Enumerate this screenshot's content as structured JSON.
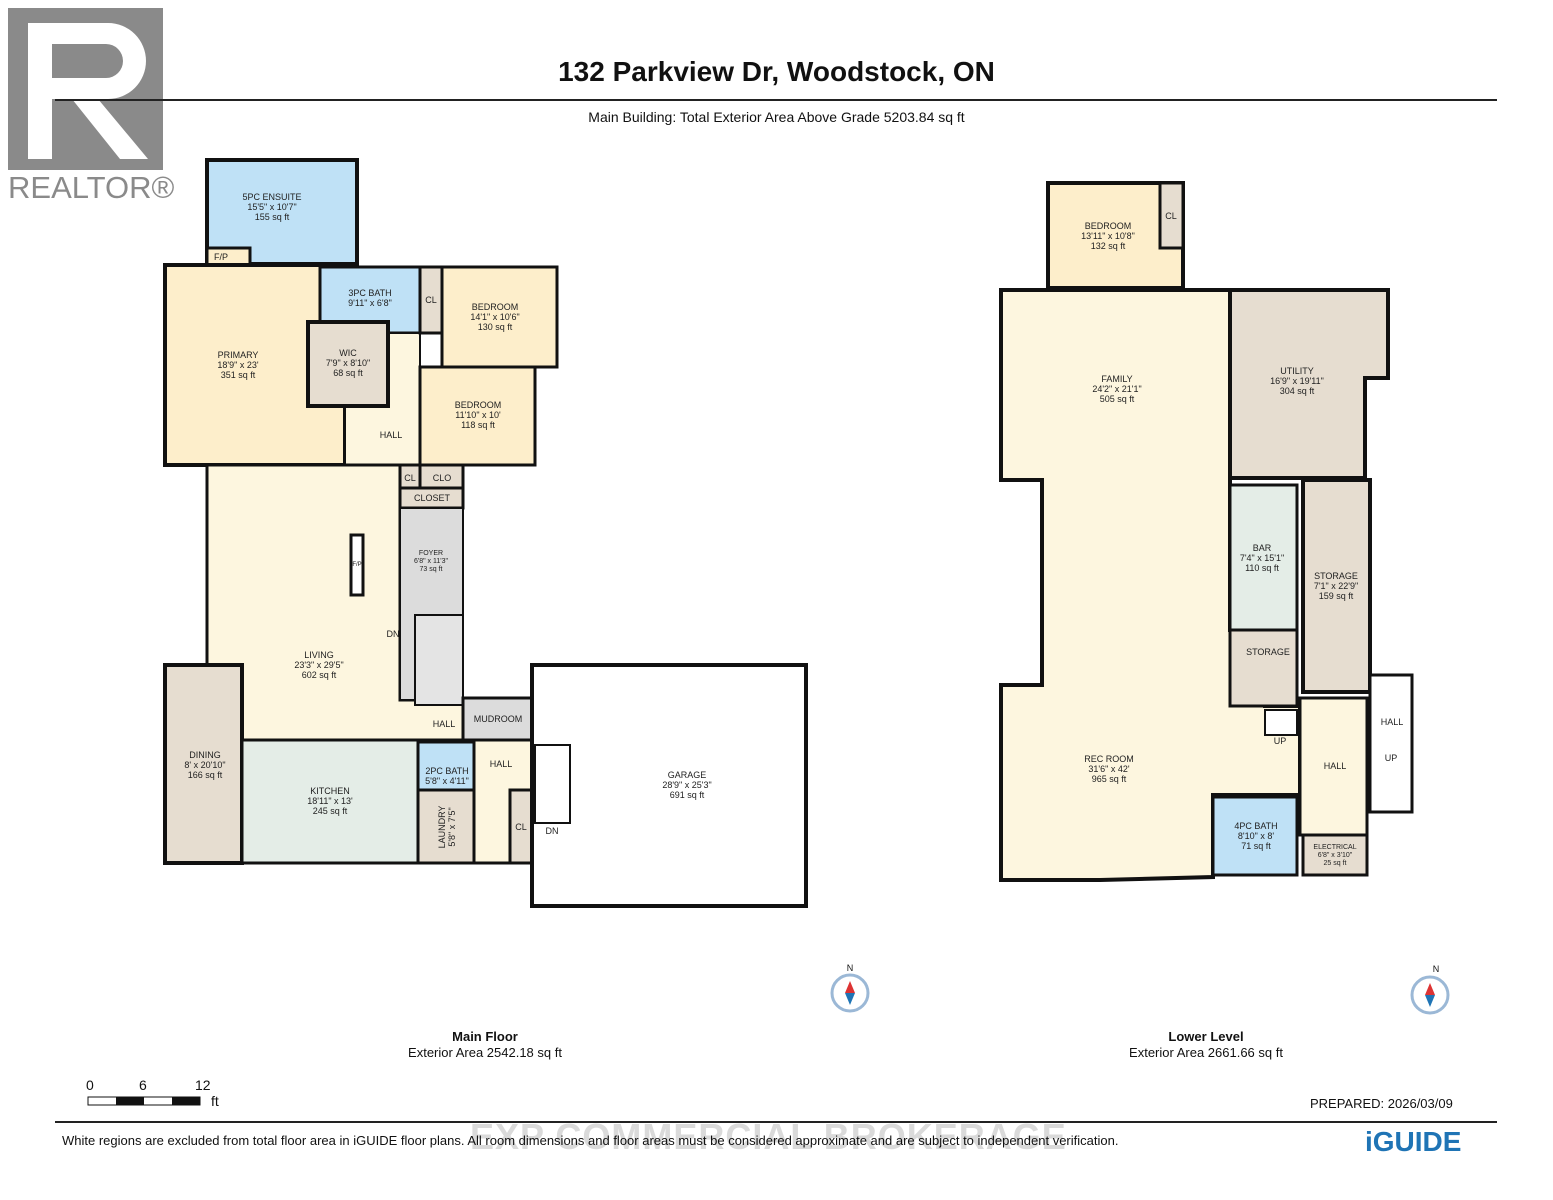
{
  "header": {
    "title": "132 Parkview Dr, Woodstock, ON",
    "subtitle": "Main Building: Total Exterior Area Above Grade 5203.84 sq ft",
    "logo_text": "REALTOR®"
  },
  "main_floor": {
    "caption": "Main Floor",
    "area": "Exterior Area 2542.18 sq ft",
    "rooms": [
      {
        "name": "5PC ENSUITE",
        "dims": "15'5\" x 10'7\"",
        "area": "155 sq ft"
      },
      {
        "name": "F/P"
      },
      {
        "name": "PRIMARY",
        "dims": "18'9\" x 23'",
        "area": "351 sq ft"
      },
      {
        "name": "3PC BATH",
        "dims": "9'11\" x 6'8\""
      },
      {
        "name": "WIC",
        "dims": "7'9\" x 8'10\"",
        "area": "68 sq ft"
      },
      {
        "name": "CL"
      },
      {
        "name": "BEDROOM",
        "dims": "14'1\" x 10'6\"",
        "area": "130 sq ft"
      },
      {
        "name": "HALL"
      },
      {
        "name": "BEDROOM",
        "dims": "11'10\" x 10'",
        "area": "118 sq ft"
      },
      {
        "name": "CL"
      },
      {
        "name": "CLO"
      },
      {
        "name": "CLOSET"
      },
      {
        "name": "FOYER",
        "dims": "6'8\" x 11'3\"",
        "area": "73 sq ft"
      },
      {
        "name": "LIVING",
        "dims": "23'3\" x 29'5\"",
        "area": "602 sq ft"
      },
      {
        "name": "DN"
      },
      {
        "name": "HALL"
      },
      {
        "name": "MUDROOM"
      },
      {
        "name": "DINING",
        "dims": "8' x 20'10\"",
        "area": "166 sq ft"
      },
      {
        "name": "KITCHEN",
        "dims": "18'11\" x 13'",
        "area": "245 sq ft"
      },
      {
        "name": "2PC BATH",
        "dims": "5'8\" x 4'11\""
      },
      {
        "name": "LAUNDRY",
        "dims": "5'8\" x 7'5\""
      },
      {
        "name": "HALL"
      },
      {
        "name": "CL"
      },
      {
        "name": "GARAGE",
        "dims": "28'9\" x 25'3\"",
        "area": "691 sq ft"
      },
      {
        "name": "DN"
      },
      {
        "name": "F/P"
      }
    ]
  },
  "lower_level": {
    "caption": "Lower Level",
    "area": "Exterior Area 2661.66 sq ft",
    "rooms": [
      {
        "name": "BEDROOM",
        "dims": "13'11\" x 10'8\"",
        "area": "132 sq ft"
      },
      {
        "name": "CL"
      },
      {
        "name": "FAMILY",
        "dims": "24'2\" x 21'1\"",
        "area": "505 sq ft"
      },
      {
        "name": "UTILITY",
        "dims": "16'9\" x 19'11\"",
        "area": "304 sq ft"
      },
      {
        "name": "BAR",
        "dims": "7'4\" x 15'1\"",
        "area": "110 sq ft"
      },
      {
        "name": "STORAGE",
        "dims": "7'1\" x 22'9\"",
        "area": "159 sq ft"
      },
      {
        "name": "STORAGE"
      },
      {
        "name": "UP"
      },
      {
        "name": "REC ROOM",
        "dims": "31'6\" x 42'",
        "area": "965 sq ft"
      },
      {
        "name": "HALL"
      },
      {
        "name": "HALL"
      },
      {
        "name": "UP"
      },
      {
        "name": "4PC BATH",
        "dims": "8'10\" x 8'",
        "area": "71 sq ft"
      },
      {
        "name": "ELECTRICAL",
        "dims": "6'8\" x 3'10\"",
        "area": "25 sq ft"
      }
    ]
  },
  "compass": {
    "label": "N"
  },
  "scale": {
    "ticks": [
      "0",
      "6",
      "12"
    ],
    "unit": "ft"
  },
  "prepared": "PREPARED: 2026/03/09",
  "footer": {
    "disclaimer": "White regions are excluded from total floor area in iGUIDE floor plans. All room dimensions and floor areas must be considered approximate and are subject to independent verification.",
    "watermark": "EXP COMMERCIAL BROKERAGE",
    "brand": "iGUIDE"
  },
  "colors": {
    "bath": "#bfe1f6",
    "bedroom": "#fdeecb",
    "hall": "#fdf6df",
    "closet": "#e6ddd0",
    "kitchen": "#e4ede7",
    "foyer": "#dcdcdc",
    "accent": "#1f74b5"
  }
}
